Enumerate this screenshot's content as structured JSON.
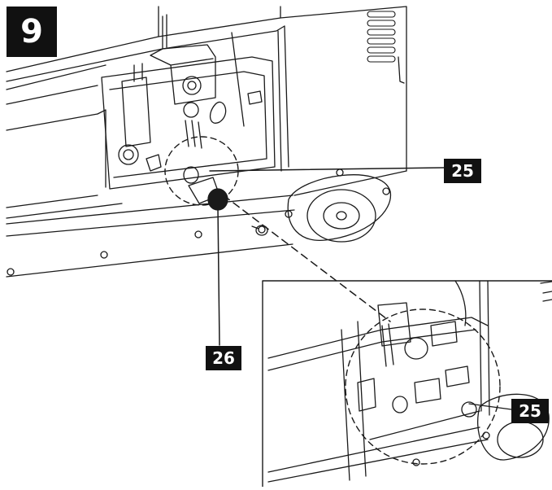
{
  "figure": {
    "step_number": "9",
    "callouts": {
      "part_25_main": "25",
      "part_26": "26",
      "part_25_detail": "25"
    },
    "colors": {
      "line": "#1a1a1a",
      "badge_bg": "#111111",
      "badge_text": "#ffffff",
      "background": "#ffffff"
    }
  }
}
